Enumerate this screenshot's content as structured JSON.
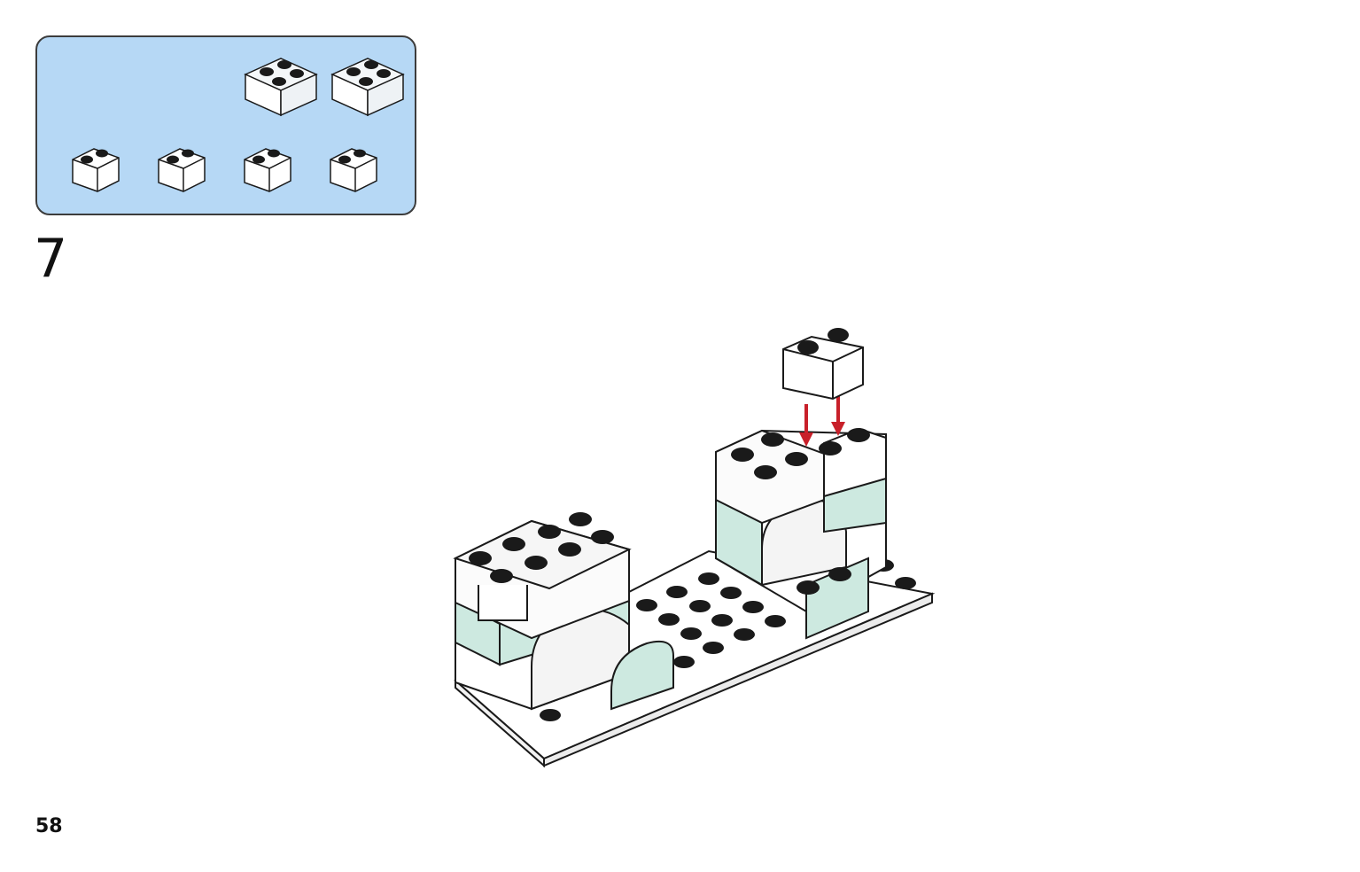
{
  "step": {
    "number": "7"
  },
  "page": {
    "number": "58"
  },
  "parts_panel": {
    "background": "#b6d8f5",
    "parts": [
      {
        "name": "brick-2x2-clear",
        "count_shown": 2
      },
      {
        "name": "brick-1x2-white-curved",
        "count_shown": 4
      }
    ]
  },
  "colors": {
    "arrow": "#c8202a",
    "mint": "#cde9e0",
    "stud": "#1a1a1a",
    "outline": "#1a1a1a"
  }
}
